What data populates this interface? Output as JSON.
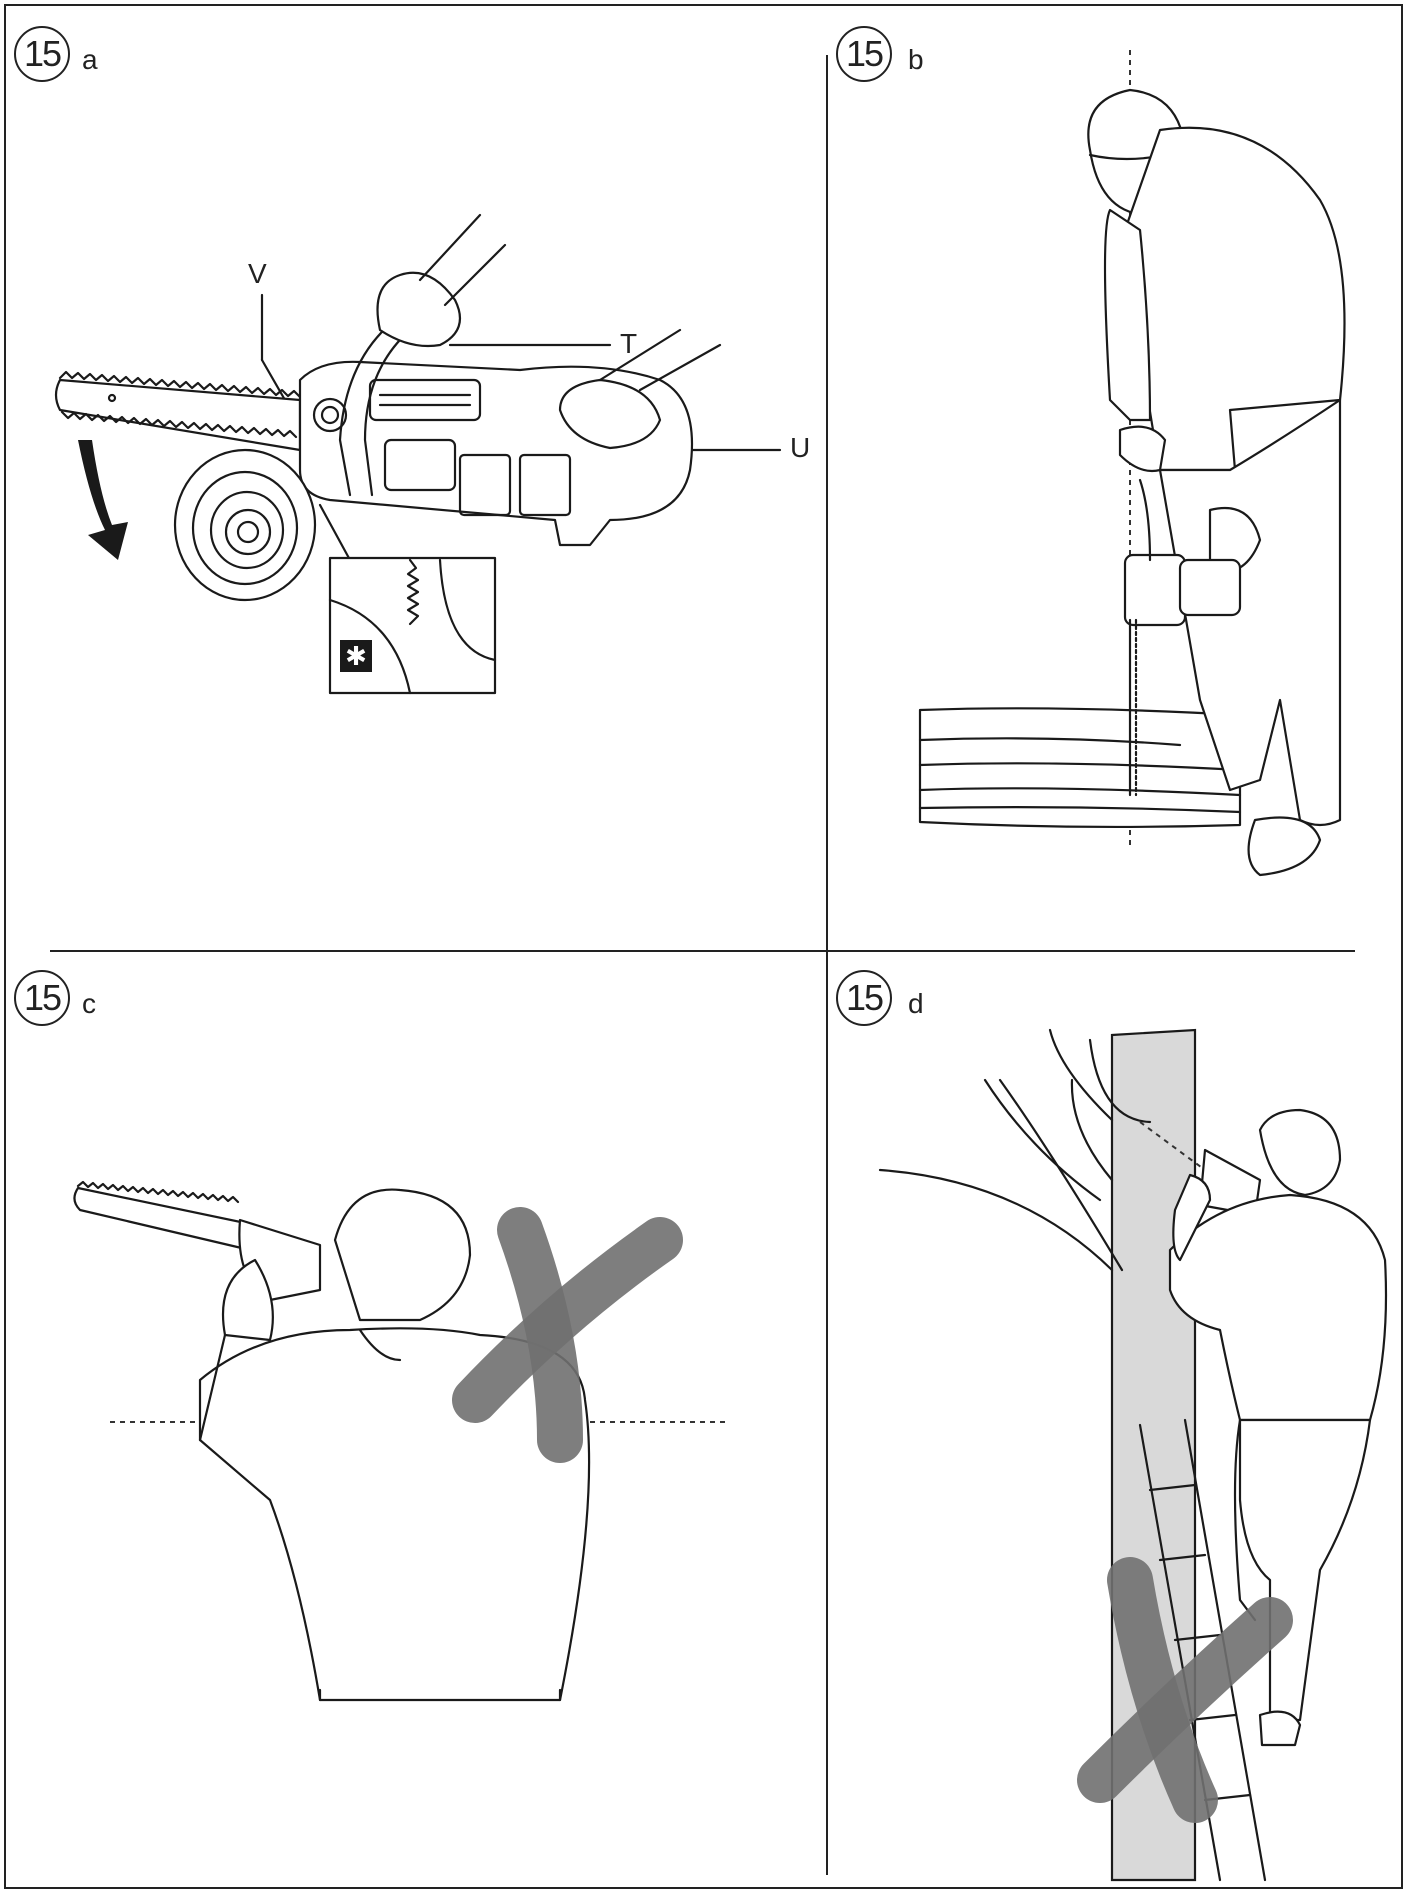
{
  "figure_number": "15",
  "panels": [
    {
      "id": "a",
      "label": "a"
    },
    {
      "id": "b",
      "label": "b"
    },
    {
      "id": "c",
      "label": "c"
    },
    {
      "id": "d",
      "label": "d"
    }
  ],
  "callouts": {
    "V": "V",
    "T": "T",
    "U": "U"
  },
  "detail_symbol": "✱",
  "colors": {
    "ink": "#1a1a1a",
    "cross_mark": "#707070",
    "tree_trunk": "#d9d9d9"
  },
  "icons": [
    "chainsaw-icon",
    "rotation-arrow-icon",
    "prohibited-cross-icon"
  ]
}
